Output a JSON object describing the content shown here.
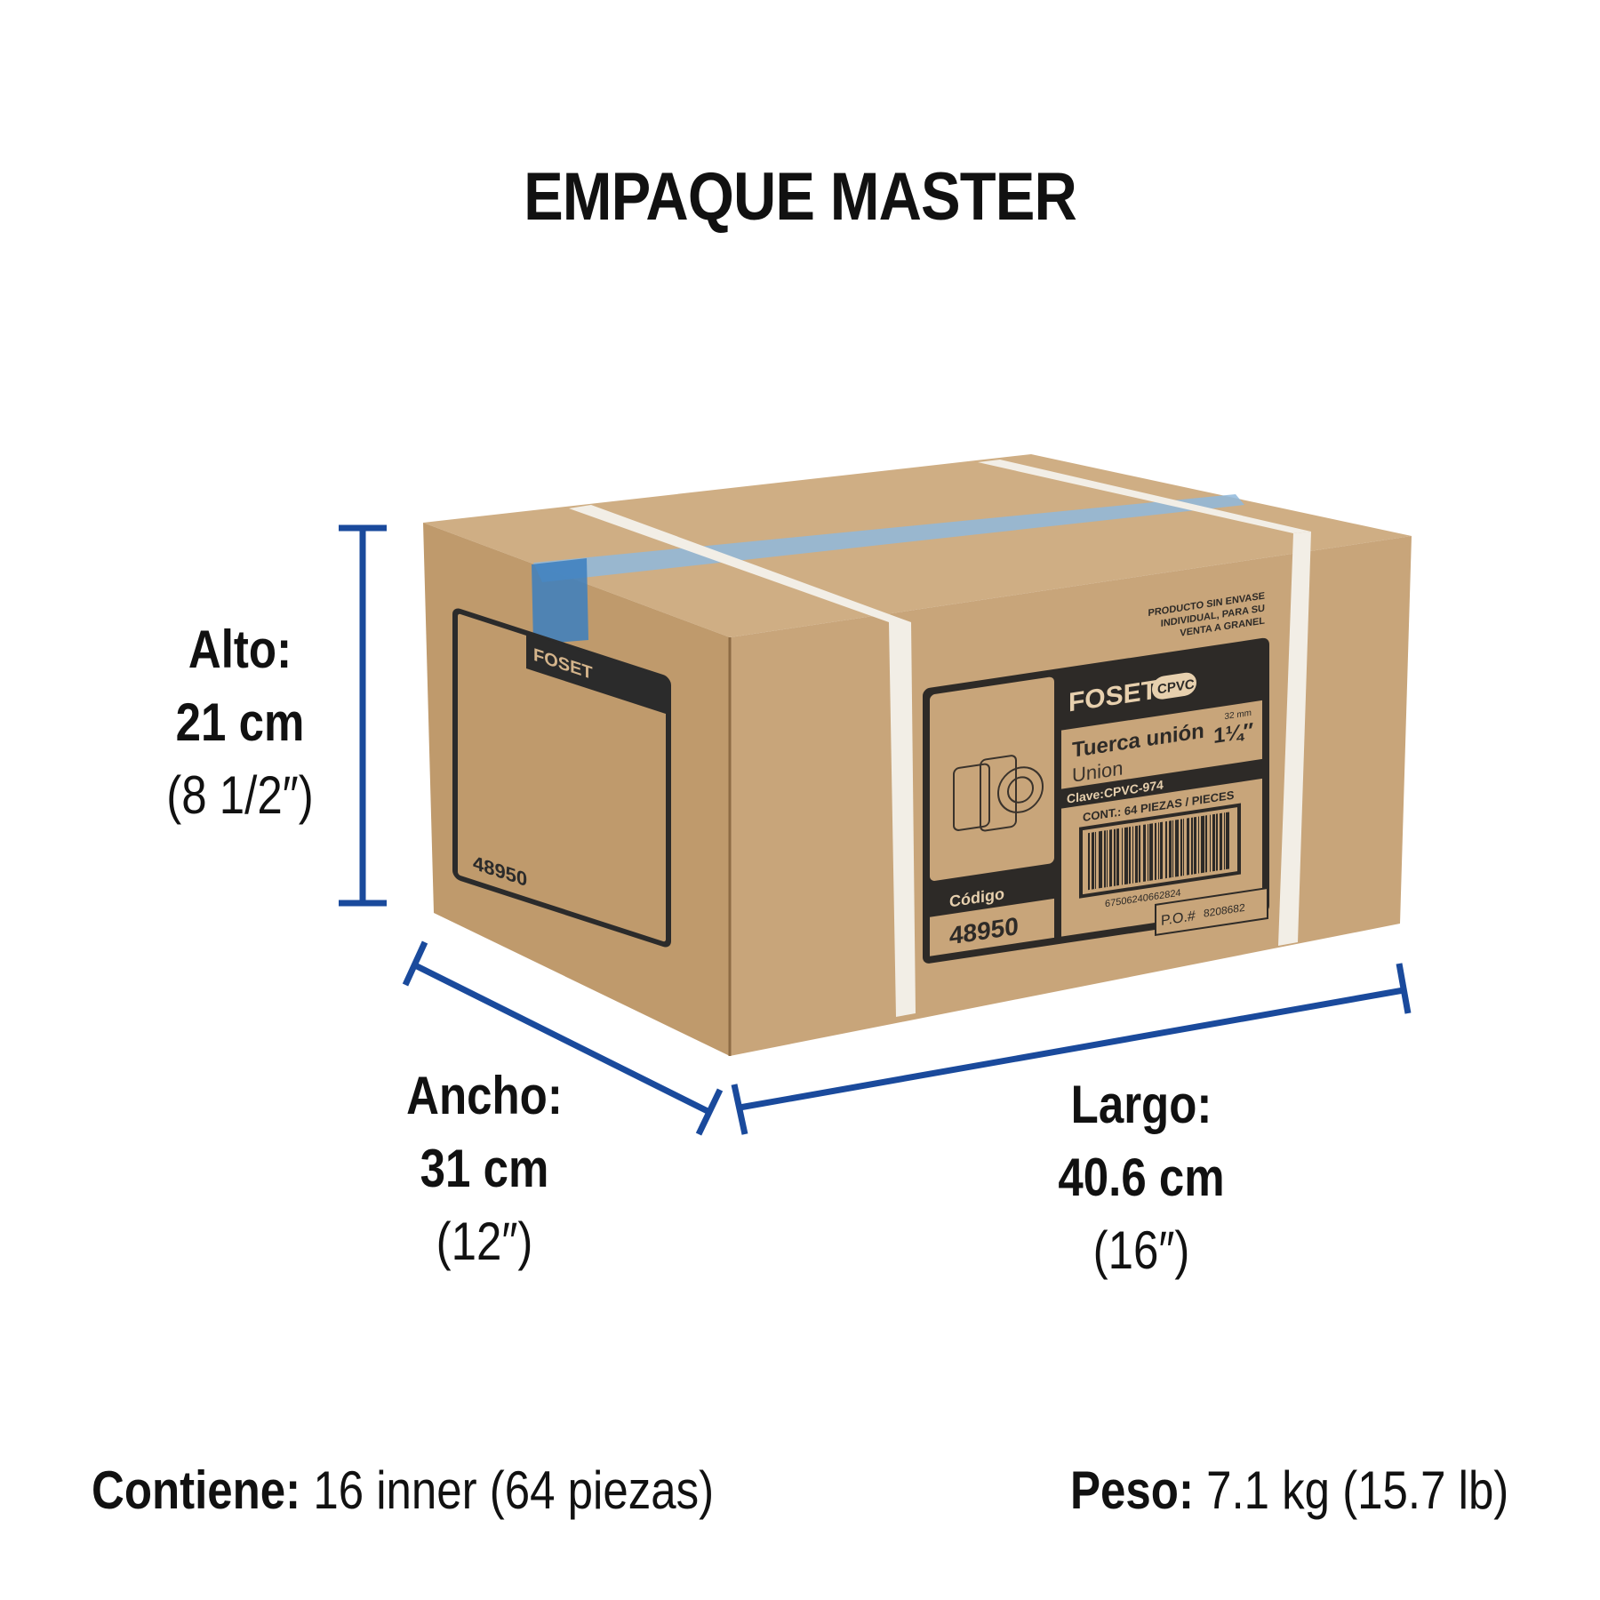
{
  "title": "EMPAQUE MASTER",
  "dimensions": {
    "alto": {
      "label": "Alto:",
      "metric": "21 cm",
      "imperial": "(8 1/2″)"
    },
    "ancho": {
      "label": "Ancho:",
      "metric": "31 cm",
      "imperial": "(12″)"
    },
    "largo": {
      "label": "Largo:",
      "metric": "40.6 cm",
      "imperial": "(16″)"
    }
  },
  "footer": {
    "contents_label": "Contiene:",
    "contents_value": "16 inner (64 piezas)",
    "weight_label": "Peso:",
    "weight_value": "7.1 kg (15.7 lb)"
  },
  "box_label": {
    "brand": "FOSET",
    "line": "CPVC",
    "notice": [
      "PRODUCTO SIN ENVASE",
      "INDIVIDUAL, PARA SU",
      "VENTA A GRANEL"
    ],
    "product_es": "Tuerca unión",
    "product_en": "Union",
    "size_mm": "32 mm",
    "size_in": "1¼″",
    "clave": "Clave:CPVC-974",
    "contents": "CONT.: 64 PIEZAS / PIECES",
    "barcode_number": "67506240662824",
    "codigo_label": "Código",
    "codigo": "48950",
    "po_label": "P.O.#",
    "po_number": "8208682"
  },
  "colors": {
    "dimension_line": "#1a4a9c",
    "cardboard": "#c9a77c",
    "tape": "#8fb8dc"
  }
}
